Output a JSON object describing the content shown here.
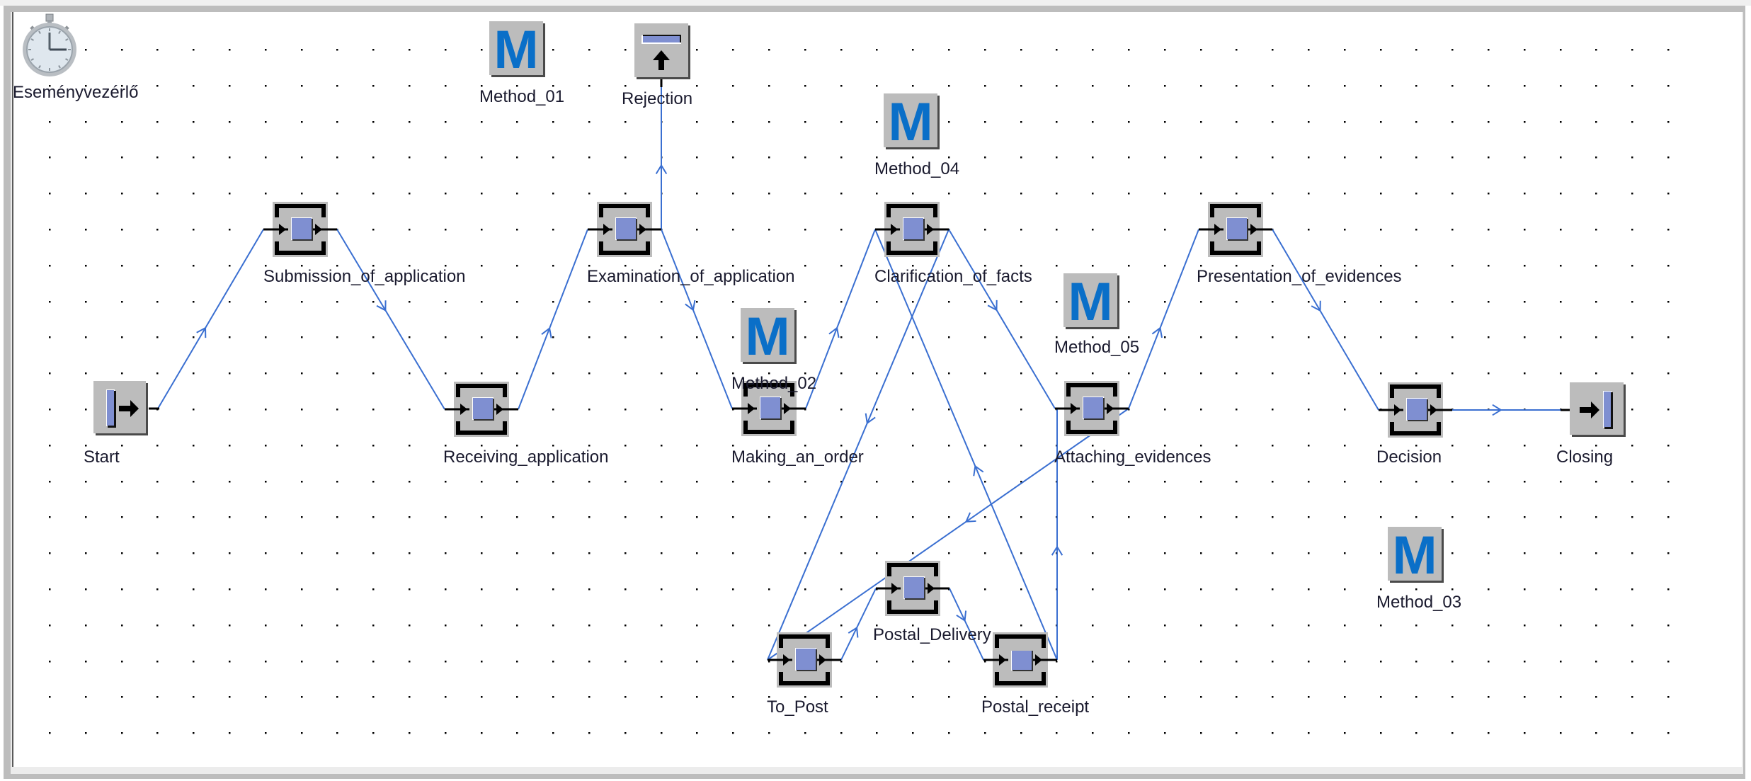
{
  "diagram": {
    "type": "process-flow",
    "colors": {
      "edge": "#3a6fd1",
      "node_fill": "#bcbcbc",
      "node_frame": "#000000",
      "task_inner": "#7f8fd1",
      "method_letter": "#0a6fc8",
      "grid_dot": "#000000",
      "label": "#1a1a2e"
    },
    "event_controller": {
      "id": "event_controller",
      "label": "Eseményvezérlő",
      "icon": "stopwatch-icon"
    },
    "nodes": [
      {
        "id": "start",
        "kind": "start",
        "label": "Start",
        "icon": "start-icon"
      },
      {
        "id": "submission",
        "kind": "task",
        "label": "Submission_of_application",
        "icon": "task-icon"
      },
      {
        "id": "receiving",
        "kind": "task",
        "label": "Receiving_application",
        "icon": "task-icon"
      },
      {
        "id": "examination",
        "kind": "task",
        "label": "Examination_of_application",
        "icon": "task-icon"
      },
      {
        "id": "making",
        "kind": "task",
        "label": "Making_an_order",
        "icon": "task-icon"
      },
      {
        "id": "clarification",
        "kind": "task",
        "label": "Clarification_of_facts",
        "icon": "task-icon"
      },
      {
        "id": "attaching",
        "kind": "task",
        "label": "Attaching_evidences",
        "icon": "task-icon"
      },
      {
        "id": "presentation",
        "kind": "task",
        "label": "Presentation_of_evidences",
        "icon": "task-icon"
      },
      {
        "id": "decision",
        "kind": "task",
        "label": "Decision",
        "icon": "task-icon"
      },
      {
        "id": "closing",
        "kind": "end",
        "label": "Closing",
        "icon": "end-icon"
      },
      {
        "id": "to_post",
        "kind": "task",
        "label": "To_Post",
        "icon": "task-icon"
      },
      {
        "id": "postal_delivery",
        "kind": "task",
        "label": "Postal_Delivery",
        "icon": "task-icon"
      },
      {
        "id": "postal_receipt",
        "kind": "task",
        "label": "Postal_receipt",
        "icon": "task-icon"
      },
      {
        "id": "rejection",
        "kind": "reject",
        "label": "Rejection",
        "icon": "rejection-icon"
      }
    ],
    "methods": [
      {
        "id": "method_01",
        "label": "Method_01",
        "letter": "M",
        "icon": "method-icon"
      },
      {
        "id": "method_02",
        "label": "Method_02",
        "letter": "M",
        "icon": "method-icon"
      },
      {
        "id": "method_03",
        "label": "Method_03",
        "letter": "M",
        "icon": "method-icon"
      },
      {
        "id": "method_04",
        "label": "Method_04",
        "letter": "M",
        "icon": "method-icon"
      },
      {
        "id": "method_05",
        "label": "Method_05",
        "letter": "M",
        "icon": "method-icon"
      }
    ],
    "edges": [
      {
        "from": "start",
        "to": "submission"
      },
      {
        "from": "submission",
        "to": "receiving"
      },
      {
        "from": "receiving",
        "to": "examination"
      },
      {
        "from": "examination",
        "to": "rejection"
      },
      {
        "from": "examination",
        "to": "making"
      },
      {
        "from": "making",
        "to": "clarification"
      },
      {
        "from": "clarification",
        "to": "to_post"
      },
      {
        "from": "clarification",
        "to": "attaching"
      },
      {
        "from": "to_post",
        "to": "postal_delivery"
      },
      {
        "from": "postal_delivery",
        "to": "postal_receipt"
      },
      {
        "from": "postal_receipt",
        "to": "clarification"
      },
      {
        "from": "postal_receipt",
        "to": "attaching"
      },
      {
        "from": "attaching",
        "to": "to_post"
      },
      {
        "from": "attaching",
        "to": "presentation"
      },
      {
        "from": "presentation",
        "to": "decision"
      },
      {
        "from": "decision",
        "to": "closing"
      }
    ]
  }
}
